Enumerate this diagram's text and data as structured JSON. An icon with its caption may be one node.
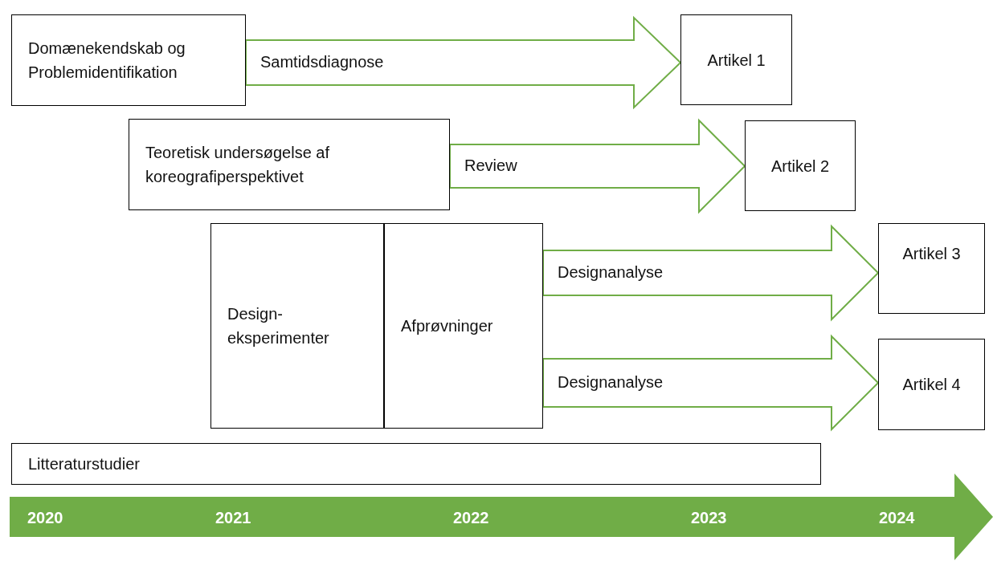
{
  "diagram": {
    "nodes": [
      {
        "text": [
          "Domænekendskab og Problemidentifikation"
        ]
      },
      {
        "text": [
          "Artikel 1"
        ]
      },
      {
        "text": [
          "Teoretisk undersøgelse af koreografiperspektivet"
        ]
      },
      {
        "text": [
          "Artikel 2"
        ]
      },
      {
        "text": [
          "Design-eksperimenter"
        ]
      },
      {
        "text": [
          "Afprøvninger"
        ]
      },
      {
        "text": [
          "Artikel 3"
        ]
      },
      {
        "text": [
          "Artikel 4"
        ]
      },
      {
        "text": [
          "Litteraturstudier"
        ]
      },
      {
        "text": [
          "2020",
          "2021",
          "2022",
          "2023",
          "2024"
        ]
      }
    ],
    "edges": [
      {
        "from": 0,
        "to": 1,
        "arrow": "to",
        "label": "Samtidsdiagnose"
      },
      {
        "from": 2,
        "to": 3,
        "arrow": "to",
        "label": "Review"
      },
      {
        "from": 5,
        "to": 6,
        "arrow": "to",
        "label": "Designanalyse"
      },
      {
        "from": 5,
        "to": 7,
        "arrow": "to",
        "label": "Designanalyse"
      }
    ]
  }
}
